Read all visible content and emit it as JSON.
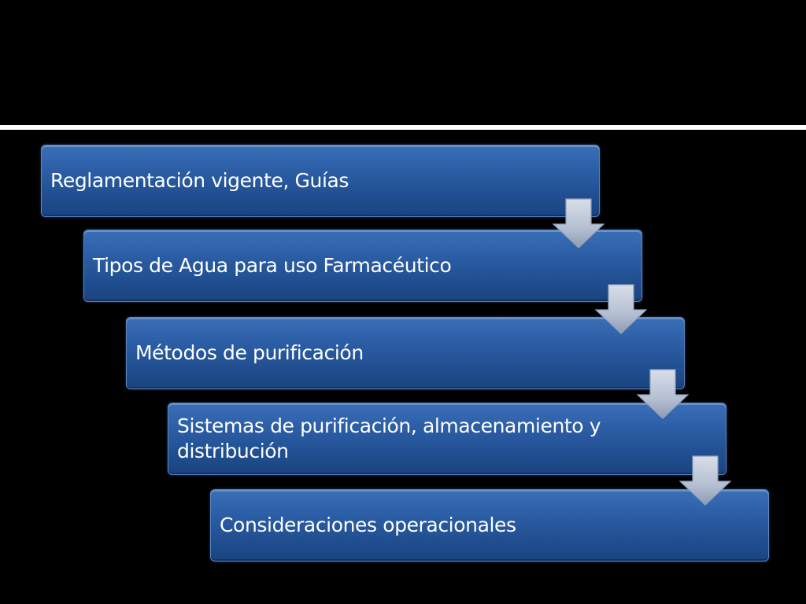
{
  "steps": [
    {
      "label": "Reglamentación vigente, Guías"
    },
    {
      "label": "Tipos de Agua para uso Farmacéutico"
    },
    {
      "label": "Métodos de purificación"
    },
    {
      "label": "Sistemas de purificación, almacenamiento y distribución"
    },
    {
      "label": "Consideraciones operacionales"
    }
  ],
  "colors": {
    "background": "#000000",
    "divider": "#ffffff",
    "step_fill": "#2c5ea6",
    "step_border": "#5b86c2",
    "text": "#ffffff",
    "arrow_fill": "#b9c4d6"
  },
  "icons": {
    "connector": "down-arrow-icon"
  }
}
